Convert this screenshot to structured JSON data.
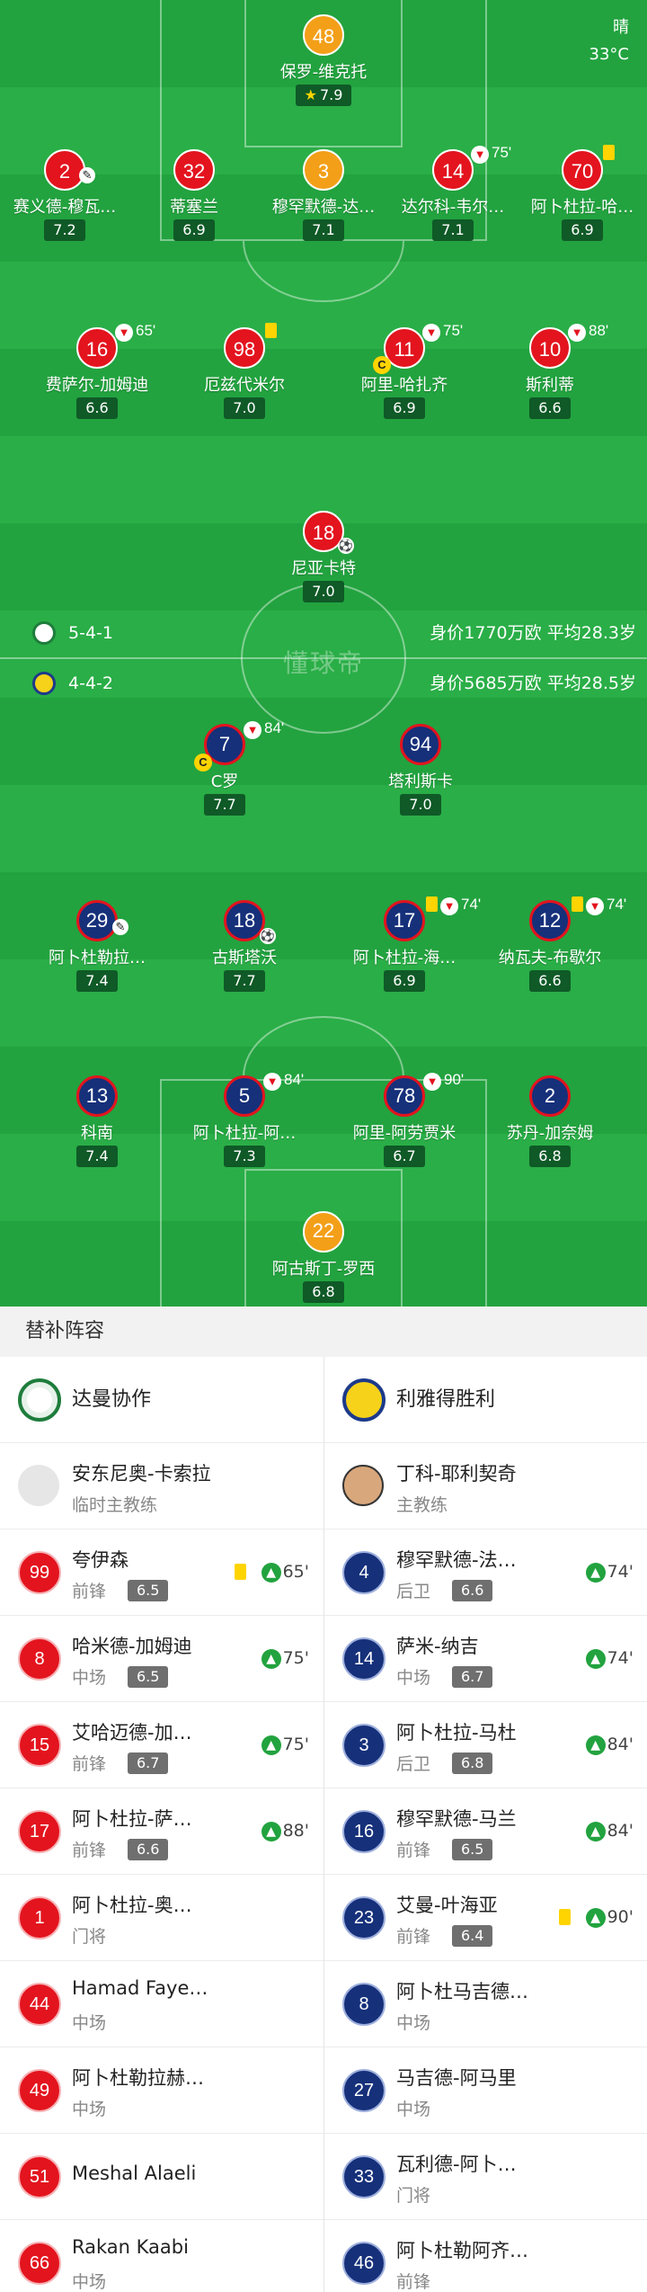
{
  "weather": {
    "condition": "晴",
    "temperature": "33°C"
  },
  "watermark": "懂球帝",
  "home_lineup": {
    "formation": "5-4-1",
    "value_text": "身价1770万欧 平均28.3岁",
    "players": [
      {
        "num": "48",
        "name": "保罗-维克托",
        "rating": "7.9",
        "gk": true,
        "star": true
      },
      {
        "num": "2",
        "name": "赛义德-穆瓦…",
        "rating": "7.2",
        "assist": true
      },
      {
        "num": "32",
        "name": "蒂塞兰",
        "rating": "6.9"
      },
      {
        "num": "3",
        "name": "穆罕默德-达…",
        "rating": "7.1",
        "gk": true
      },
      {
        "num": "14",
        "name": "达尔科-韦尔…",
        "rating": "7.1",
        "sub_time": "75'"
      },
      {
        "num": "70",
        "name": "阿卜杜拉-哈…",
        "rating": "6.9",
        "yellow": true
      },
      {
        "num": "16",
        "name": "费萨尔-加姆迪",
        "rating": "6.6",
        "sub_time": "65'"
      },
      {
        "num": "98",
        "name": "厄兹代米尔",
        "rating": "7.0",
        "yellow": true
      },
      {
        "num": "11",
        "name": "阿里-哈扎齐",
        "rating": "6.9",
        "sub_time": "75'",
        "captain": "C"
      },
      {
        "num": "10",
        "name": "斯利蒂",
        "rating": "6.6",
        "sub_time": "88'"
      },
      {
        "num": "18",
        "name": "尼亚卡特",
        "rating": "7.0",
        "goal": true
      }
    ]
  },
  "away_lineup": {
    "formation": "4-4-2",
    "value_text": "身价5685万欧 平均28.5岁",
    "players": [
      {
        "num": "7",
        "name": "C罗",
        "rating": "7.7",
        "sub_time": "84'",
        "captain": "C"
      },
      {
        "num": "94",
        "name": "塔利斯卡",
        "rating": "7.0"
      },
      {
        "num": "29",
        "name": "阿卜杜勒拉…",
        "rating": "7.4",
        "assist": true
      },
      {
        "num": "18",
        "name": "古斯塔沃",
        "rating": "7.7",
        "goal": true
      },
      {
        "num": "17",
        "name": "阿卜杜拉-海…",
        "rating": "6.9",
        "yellow": true,
        "sub_time": "74'"
      },
      {
        "num": "12",
        "name": "纳瓦夫-布歇尔",
        "rating": "6.6",
        "yellow": true,
        "sub_time": "74'"
      },
      {
        "num": "13",
        "name": "科南",
        "rating": "7.4"
      },
      {
        "num": "5",
        "name": "阿卜杜拉-阿…",
        "rating": "7.3",
        "sub_time": "84'"
      },
      {
        "num": "78",
        "name": "阿里-阿劳贾米",
        "rating": "6.7",
        "sub_time": "90'"
      },
      {
        "num": "2",
        "name": "苏丹-加奈姆",
        "rating": "6.8"
      },
      {
        "num": "22",
        "name": "阿古斯丁-罗西",
        "rating": "6.8",
        "gk": true
      }
    ]
  },
  "bench": {
    "title": "替补阵容",
    "home": {
      "team": "达曼协作",
      "coach": {
        "name": "安东尼奥-卡索拉",
        "role": "临时主教练"
      },
      "players": [
        {
          "num": "99",
          "name": "夸伊森",
          "pos": "前锋",
          "rating": "6.5",
          "yellow": true,
          "sub": "65'"
        },
        {
          "num": "8",
          "name": "哈米德-加姆迪",
          "pos": "中场",
          "rating": "6.5",
          "sub": "75'"
        },
        {
          "num": "15",
          "name": "艾哈迈德-加…",
          "pos": "前锋",
          "rating": "6.7",
          "sub": "75'"
        },
        {
          "num": "17",
          "name": "阿卜杜拉-萨…",
          "pos": "前锋",
          "rating": "6.6",
          "sub": "88'"
        },
        {
          "num": "1",
          "name": "阿卜杜拉-奥…",
          "pos": "门将"
        },
        {
          "num": "44",
          "name": "Hamad Faye…",
          "pos": "中场"
        },
        {
          "num": "49",
          "name": "阿卜杜勒拉赫…",
          "pos": "中场"
        },
        {
          "num": "51",
          "name": "Meshal Alaeli",
          "pos": ""
        },
        {
          "num": "66",
          "name": "Rakan Kaabi",
          "pos": "中场"
        }
      ]
    },
    "away": {
      "team": "利雅得胜利",
      "coach": {
        "name": "丁科-耶利契奇",
        "role": "主教练"
      },
      "players": [
        {
          "num": "4",
          "name": "穆罕默德-法…",
          "pos": "后卫",
          "rating": "6.6",
          "sub": "74'"
        },
        {
          "num": "14",
          "name": "萨米-纳吉",
          "pos": "中场",
          "rating": "6.7",
          "sub": "74'"
        },
        {
          "num": "3",
          "name": "阿卜杜拉-马杜",
          "pos": "后卫",
          "rating": "6.8",
          "sub": "84'"
        },
        {
          "num": "16",
          "name": "穆罕默德-马兰",
          "pos": "前锋",
          "rating": "6.5",
          "sub": "84'"
        },
        {
          "num": "23",
          "name": "艾曼-叶海亚",
          "pos": "前锋",
          "rating": "6.4",
          "yellow": true,
          "sub": "90'"
        },
        {
          "num": "8",
          "name": "阿卜杜马吉德…",
          "pos": "中场"
        },
        {
          "num": "27",
          "name": "马吉德-阿马里",
          "pos": "中场"
        },
        {
          "num": "33",
          "name": "瓦利德-阿卜…",
          "pos": "门将"
        },
        {
          "num": "46",
          "name": "阿卜杜勒阿齐…",
          "pos": "前锋"
        }
      ]
    }
  },
  "colors": {
    "pitch": "#22a33f",
    "home": "#e3141e",
    "away": "#16307a",
    "gk": "#f39f18",
    "card": "#ffd400"
  },
  "icons": {
    "sub_out": "red-down-arrow-icon",
    "sub_in": "green-up-arrow-icon",
    "goal": "football-icon",
    "assist": "boot-icon"
  }
}
